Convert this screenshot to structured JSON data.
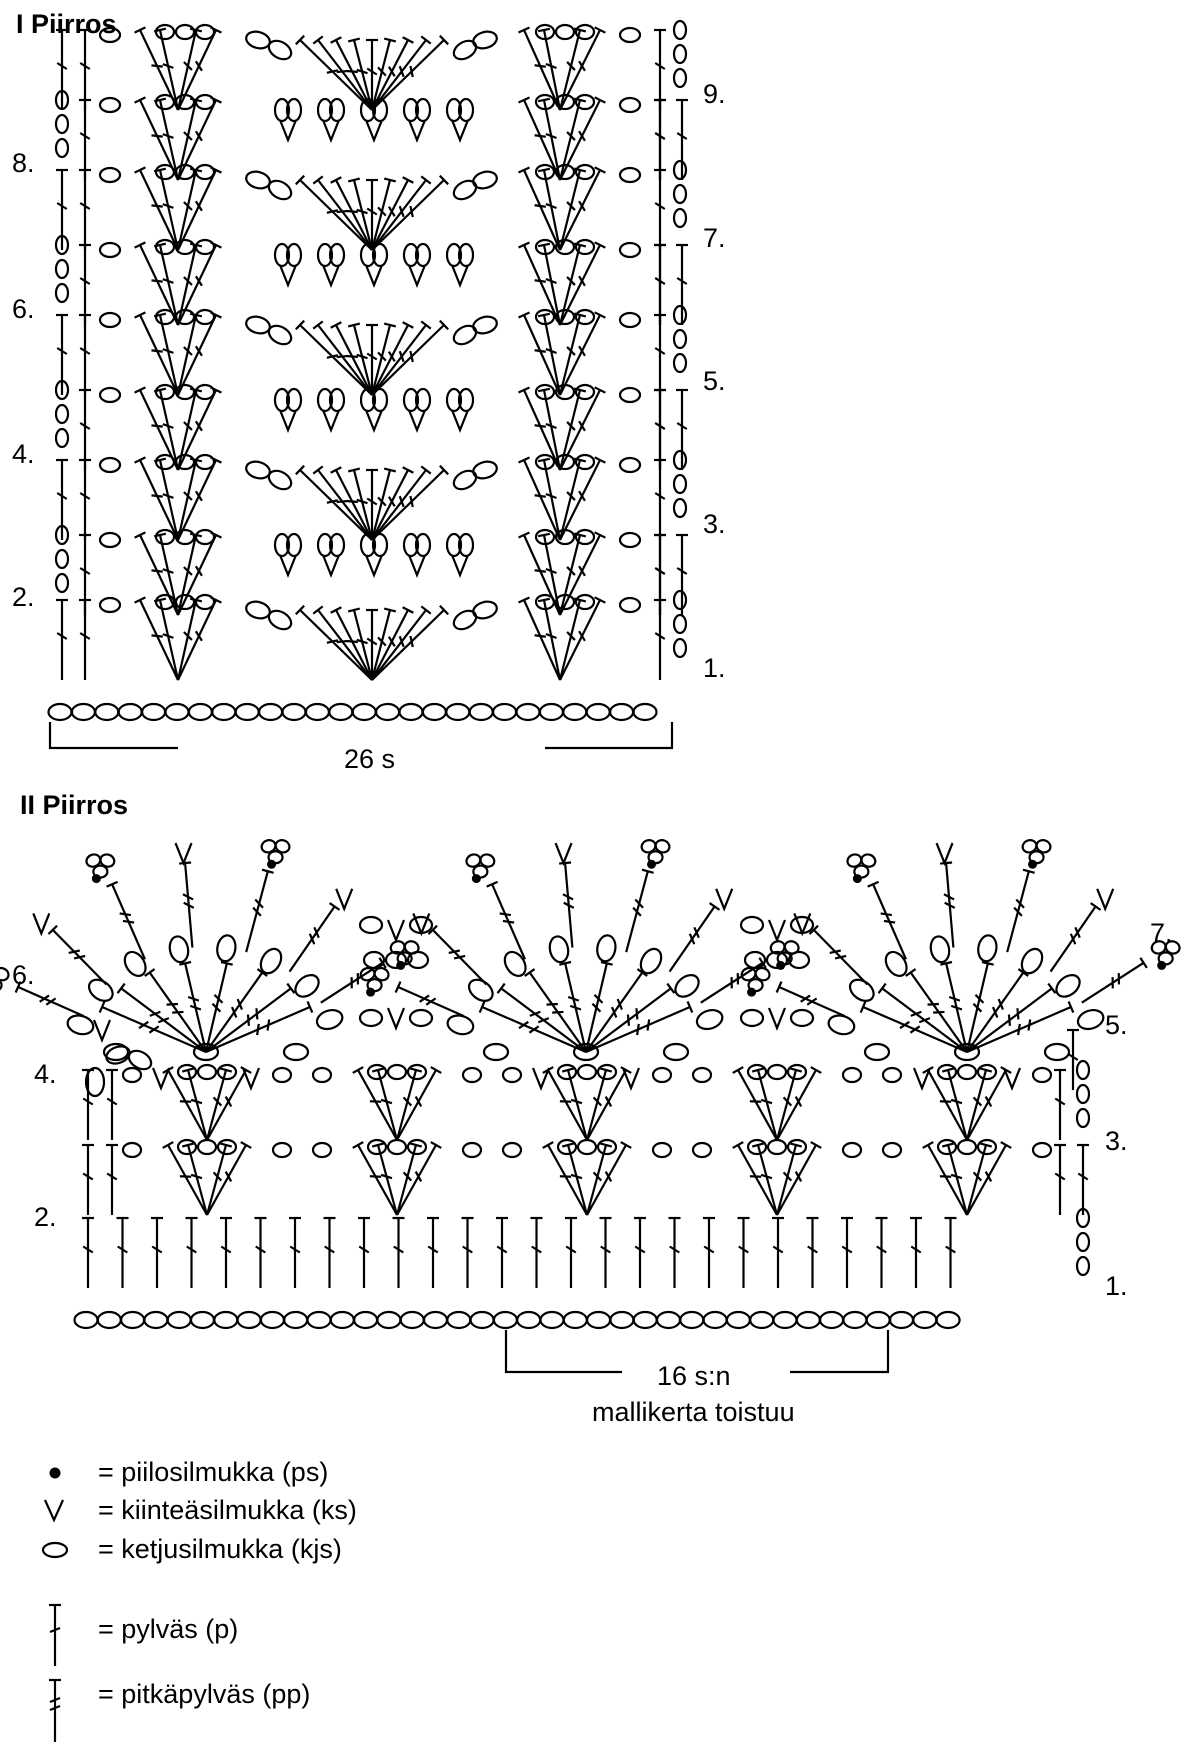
{
  "chart1": {
    "title": "I Piirros",
    "rows_left": [
      "8.",
      "6.",
      "4.",
      "2."
    ],
    "rows_right": [
      "9.",
      "7.",
      "5.",
      "3.",
      "1."
    ],
    "width_label": "26 s"
  },
  "chart2": {
    "title": "II Piirros",
    "rows_left": [
      "6.",
      "4.",
      "2."
    ],
    "rows_right": [
      "7.",
      "5.",
      "3.",
      "1."
    ],
    "repeat_label_1": "16 s:n",
    "repeat_label_2": "mallikerta toistuu"
  },
  "legend": [
    {
      "symbol": "dot-icon",
      "text": "= piilosilmukka (ps)"
    },
    {
      "symbol": "v-icon",
      "text": "= kiinteäsilmukka (ks)"
    },
    {
      "symbol": "chain-icon",
      "text": "= ketjusilmukka (kjs)"
    },
    {
      "symbol": "dc-icon",
      "text": "= pylväs (p)"
    },
    {
      "symbol": "tr-icon",
      "text": "= pitkäpylväs (pp)"
    }
  ]
}
